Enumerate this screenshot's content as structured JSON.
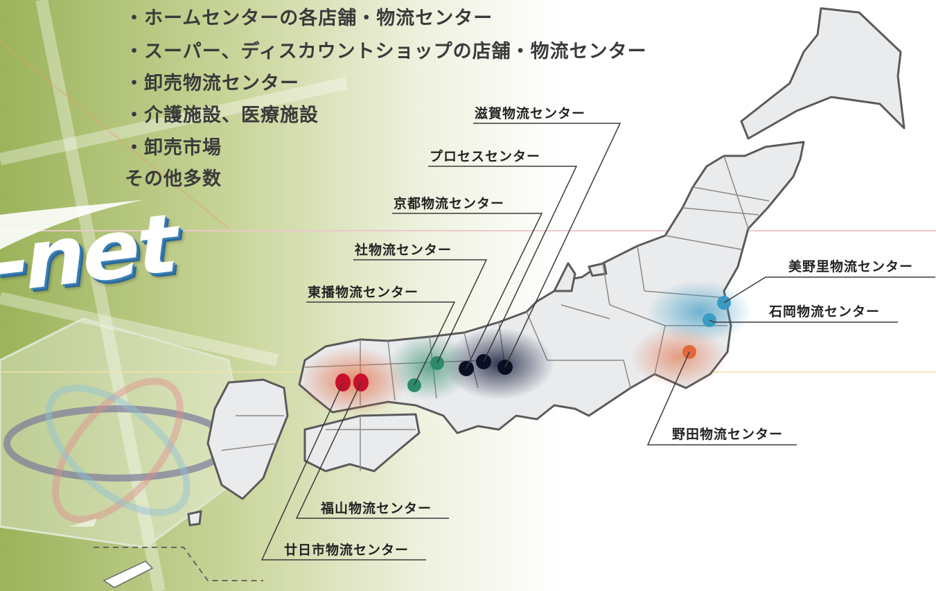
{
  "logo_text": "J-net",
  "bullets": [
    "・ホームセンターの各店舗・物流センター",
    "・スーパー、ディスカウントショップの店舗・物流センター",
    "・卸売物流センター",
    "・介護施設、医療施設",
    "・卸売市場",
    "その他多数"
  ],
  "centers": {
    "shiga": "滋賀物流センター",
    "process": "プロセスセンター",
    "kyoto": "京都物流センター",
    "yashiro": "社物流センター",
    "toban": "東播物流センター",
    "minori": "美野里物流センター",
    "ishioka": "石岡物流センター",
    "noda": "野田物流センター",
    "fukuyama": "福山物流センター",
    "hatsukaichi": "廿日市物流センター"
  },
  "colors": {
    "red": "#c8102e",
    "green": "#2e8b6a",
    "navy": "#141a3a",
    "blue": "#3a9cc4",
    "orange": "#e2683a",
    "map_fill": "#e9ebed",
    "map_stroke": "#5a5a5a"
  }
}
